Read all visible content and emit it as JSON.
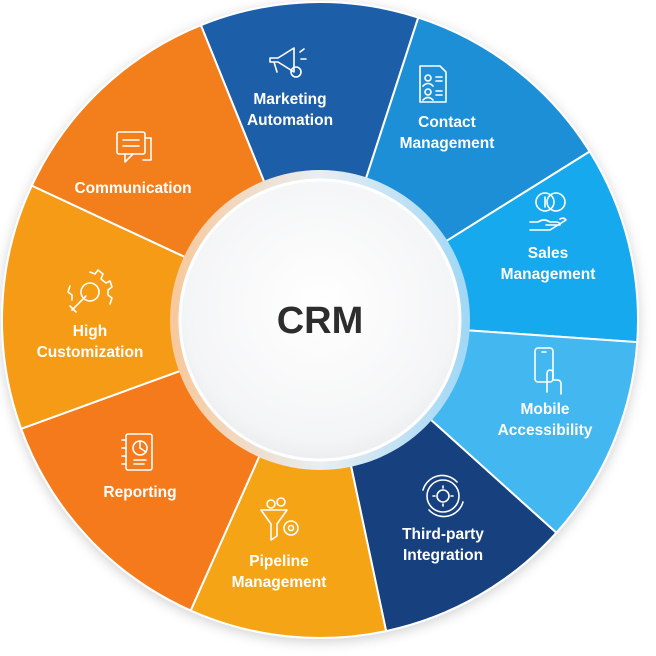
{
  "center": {
    "title": "CRM"
  },
  "segments": [
    {
      "id": "marketing-automation",
      "lines": [
        "Marketing",
        "Automation"
      ],
      "color": "#1f5fa8",
      "icon": "megaphone-icon"
    },
    {
      "id": "contact-management",
      "lines": [
        "Contact",
        "Management"
      ],
      "color": "#1a8fd6",
      "icon": "contact-list-icon"
    },
    {
      "id": "sales-management",
      "lines": [
        "Sales",
        "Management"
      ],
      "color": "#17a9ee",
      "icon": "coin-hand-icon"
    },
    {
      "id": "mobile-accessibility",
      "lines": [
        "Mobile",
        "Accessibility"
      ],
      "color": "#42b7f0",
      "icon": "mobile-touch-icon"
    },
    {
      "id": "third-party-integration",
      "lines": [
        "Third-party",
        "Integration"
      ],
      "color": "#163f7e",
      "icon": "gear-cycle-icon"
    },
    {
      "id": "pipeline-management",
      "lines": [
        "Pipeline",
        "Management"
      ],
      "color": "#f5a417",
      "icon": "funnel-icon"
    },
    {
      "id": "reporting",
      "lines": [
        "Reporting"
      ],
      "color": "#f47a1b",
      "icon": "report-chart-icon"
    },
    {
      "id": "high-customization",
      "lines": [
        "High",
        "Customization"
      ],
      "color": "#f59b18",
      "icon": "gear-wrench-icon"
    },
    {
      "id": "communication",
      "lines": [
        "Communication"
      ],
      "color": "#f37f1d",
      "icon": "chat-bubble-icon"
    }
  ]
}
